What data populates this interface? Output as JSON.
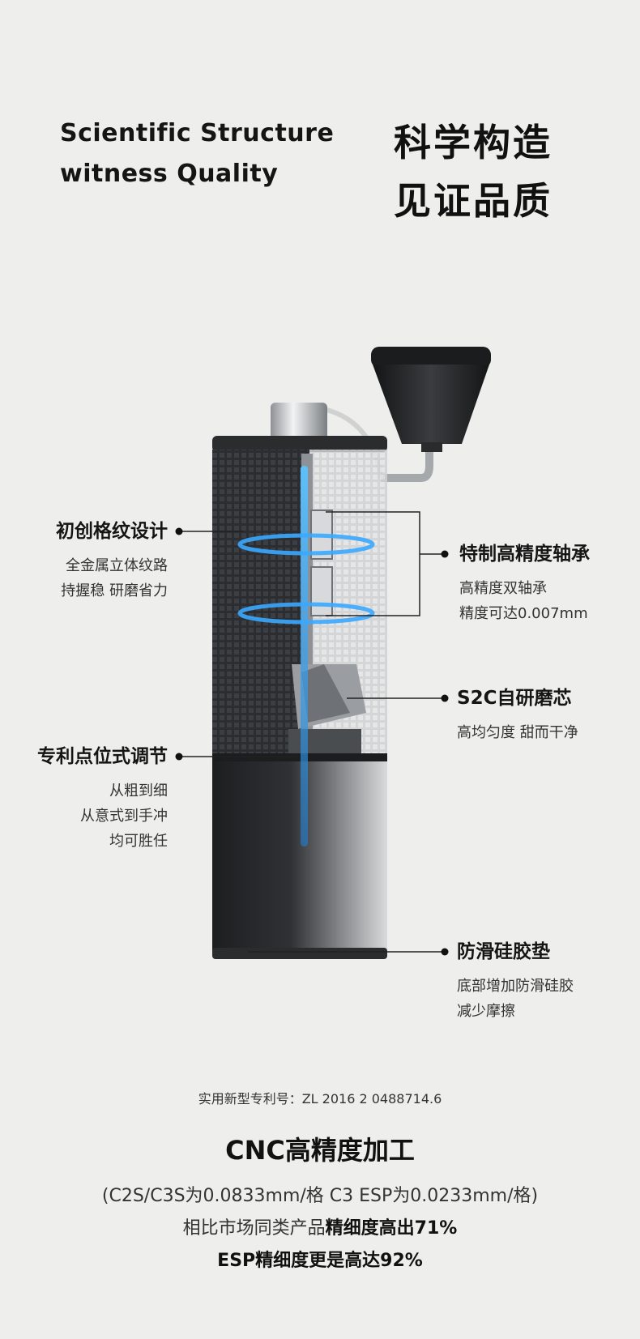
{
  "header": {
    "en_line1": "Scientific Structure",
    "en_line2": "witness Quality",
    "zh_line1": "科学构造",
    "zh_line2": "见证品质"
  },
  "callouts": {
    "grid_pattern": {
      "title": "初创格纹设计",
      "desc1": "全金属立体纹路",
      "desc2": "持握稳 研磨省力"
    },
    "bearing": {
      "title": "特制高精度轴承",
      "desc1": "高精度双轴承",
      "desc2": "精度可达0.007mm"
    },
    "burr": {
      "title": "S2C自研磨芯",
      "desc1": "高均匀度 甜而干净"
    },
    "adjust": {
      "title": "专利点位式调节",
      "desc1": "从粗到细",
      "desc2": "从意式到手冲",
      "desc3": "均可胜任"
    },
    "pad": {
      "title": "防滑硅胶垫",
      "desc1": "底部增加防滑硅胶",
      "desc2": "减少摩擦"
    }
  },
  "footer": {
    "patent": "实用新型专利号：ZL 2016 2 0488714.6",
    "cnc_title": "CNC高精度加工",
    "spec_line1": "(C2S/C3S为0.0833mm/格 C3 ESP为0.0233mm/格)",
    "spec_line2_normal": "相比市场同类产品",
    "spec_line2_bold": "精细度高出71%",
    "spec_line3": "ESP精细度更是高达92%"
  },
  "colors": {
    "background": "#eeeeec",
    "glow_blue": "#3aa8ff",
    "body_dark": "#2a2c2e"
  }
}
